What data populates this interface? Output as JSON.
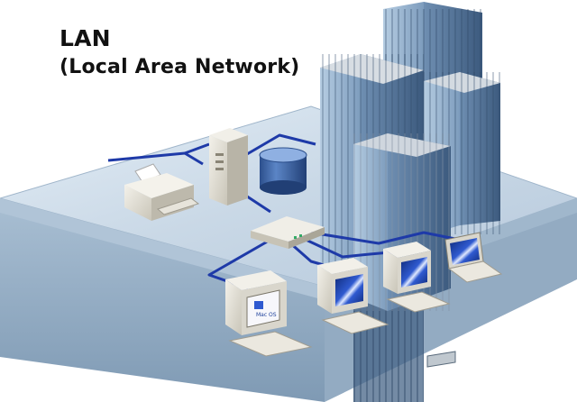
{
  "title": {
    "line1": "LAN",
    "line2": "(Local Area Network)"
  },
  "screen_label": "Mac OS",
  "colors": {
    "platform_top": "#c9d8e6",
    "platform_side": "#8fa9c1",
    "cable": "#1e3aa8",
    "building": "#4a6a8e",
    "building_light": "#a8c3da",
    "database": "#3f66a3",
    "screen": "#1c3f9a"
  },
  "icons": [
    "building-icon",
    "server-tower-icon",
    "database-icon",
    "printer-icon",
    "network-hub-icon",
    "computer-icon",
    "laptop-icon"
  ]
}
